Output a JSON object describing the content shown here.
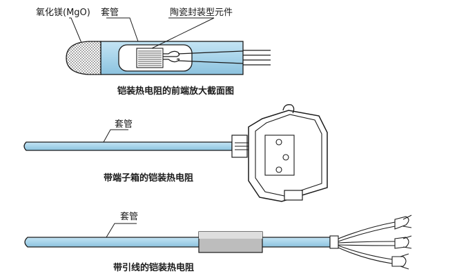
{
  "labels": {
    "mgo": "氧化镁(MgO)",
    "sheath_1": "套管",
    "ceramic": "陶瓷封装型元件",
    "sheath_2": "套管",
    "sheath_3": "套管"
  },
  "captions": {
    "section": "铠装热电阻的前端放大截面图",
    "junction_box": "带端子箱的铠装热电阻",
    "lead_wire": "带引线的铠装热电阻"
  },
  "colors": {
    "sheath": "#a8d4ea",
    "sheath_light": "#d2ebf7",
    "outline": "#1a1a1a",
    "fill_pattern": "#8a8a8a"
  }
}
